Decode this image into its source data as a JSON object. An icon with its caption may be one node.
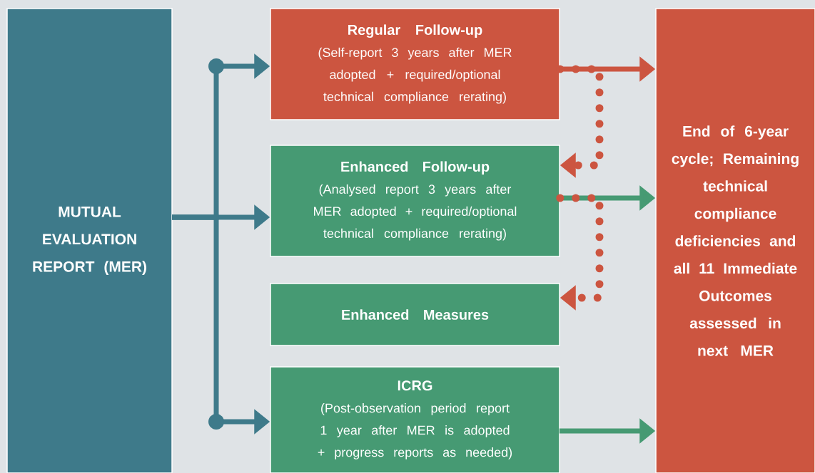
{
  "diagram": {
    "nodes": [
      {
        "text": [
          "MUTUAL EVALUATION REPORT (MER)"
        ]
      },
      {
        "text": [
          "Regular Follow-up",
          "(Self-report 3 years after MER adopted + required/optional technical compliance rerating)"
        ]
      },
      {
        "text": [
          "Enhanced Follow-up",
          "(Analysed report 3 years after MER adopted + required/optional technical compliance rerating)"
        ]
      },
      {
        "text": [
          "Enhanced Measures"
        ]
      },
      {
        "text": [
          "ICRG",
          "(Post-observation period report 1 year after MER is adopted + progress reports as needed)"
        ]
      },
      {
        "text": [
          "End of 6-year cycle; Remaining technical compliance deficiencies and all 11 Immediate Outcomes assessed in next MER"
        ]
      }
    ],
    "edges": [
      {
        "from": 0,
        "to": 1,
        "arrow": "to",
        "color": "#3e7a8a"
      },
      {
        "from": 0,
        "to": 2,
        "arrow": "to",
        "color": "#3e7a8a"
      },
      {
        "from": 0,
        "to": 4,
        "arrow": "to",
        "color": "#3e7a8a"
      },
      {
        "from": 1,
        "to": 5,
        "arrow": "to",
        "color": "#cc5540"
      },
      {
        "from": 2,
        "to": 5,
        "arrow": "to",
        "color": "#469a73"
      },
      {
        "from": 4,
        "to": 5,
        "arrow": "to",
        "color": "#469a73"
      },
      {
        "from": 1,
        "to": 2,
        "arrow": "to",
        "style": "dashed",
        "color": "#cc5540"
      },
      {
        "from": 2,
        "to": 3,
        "arrow": "to",
        "style": "dashed",
        "color": "#cc5540"
      }
    ]
  }
}
